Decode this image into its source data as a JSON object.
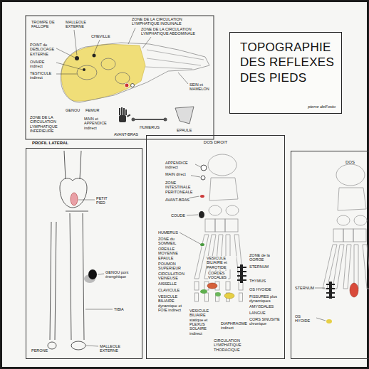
{
  "diagram": {
    "title": "TOPOGRAPHIE DES REFLEXES DES PIEDS",
    "nodes": [
      {
        "text": [
          "pierre dell'osto"
        ]
      },
      {
        "text": [
          "PROFIL LATERAL"
        ]
      },
      {
        "text": [
          "DOS DROIT"
        ]
      },
      {
        "text": [
          "DOS"
        ]
      }
    ],
    "labels": [
      "TROMPE DE FALLOPE",
      "MALLEOLE EXTERNE",
      "CHEVILLE",
      "ZONE DE LA CIRCULATION LYMPHATIQUE INGUINALE",
      "ZONE DE LA CIRCULATION LYMPHATIQUE ABDOMINALE",
      "POINT de DEBLOCAGE EXTERNE",
      "OVAIRE indirect",
      "TESTICULE indirect",
      "SEIN et MAMELON",
      "GENOU",
      "FEMUR",
      "MAIN et APPENDICE indirect",
      "AVANT-BRAS",
      "HUMERUS",
      "EPAULE",
      "ZONE DE LA CIRCULATION LYMPHATIQUE INFERIEURE",
      "PETIT PIED",
      "GENOU pont énergétique",
      "TIBIA",
      "PERONE",
      "MALLEOLE EXTERNE",
      "APPENDICE indirect",
      "MAIN direct",
      "ZONE INTESTINALE PERITONEALE",
      "AVANT-BRAS",
      "COUDE",
      "HUMERUS",
      "ZONE du SOMMEIL",
      "OREILLE MOYENNE",
      "EPAULE",
      "POUMON SUPERIEUR",
      "CIRCULATION VEINEUSE",
      "AISSELLE",
      "CLAVICULE",
      "VESICULE BILIAIRE dynamique et FOIE indirect",
      "VESICULE BILIAIRE statique et PLEXUS SOLAIRE indirect",
      "DIAPHRAGME indirect",
      "CIRCULATION LYMPHATIQUE THORACIQUE",
      "VESICULE BILIAIRE et PAROTIDE",
      "CORDES VOCALES",
      "ZONE de la GORGE",
      "STERNUM",
      "THYMUS",
      "OS HYOIDE",
      "FISSURES plus dynamiques",
      "AMYGDALES",
      "LANGUE",
      "CORS SINUSITE chronique",
      "STERNUM",
      "OS HYOIDE"
    ]
  }
}
